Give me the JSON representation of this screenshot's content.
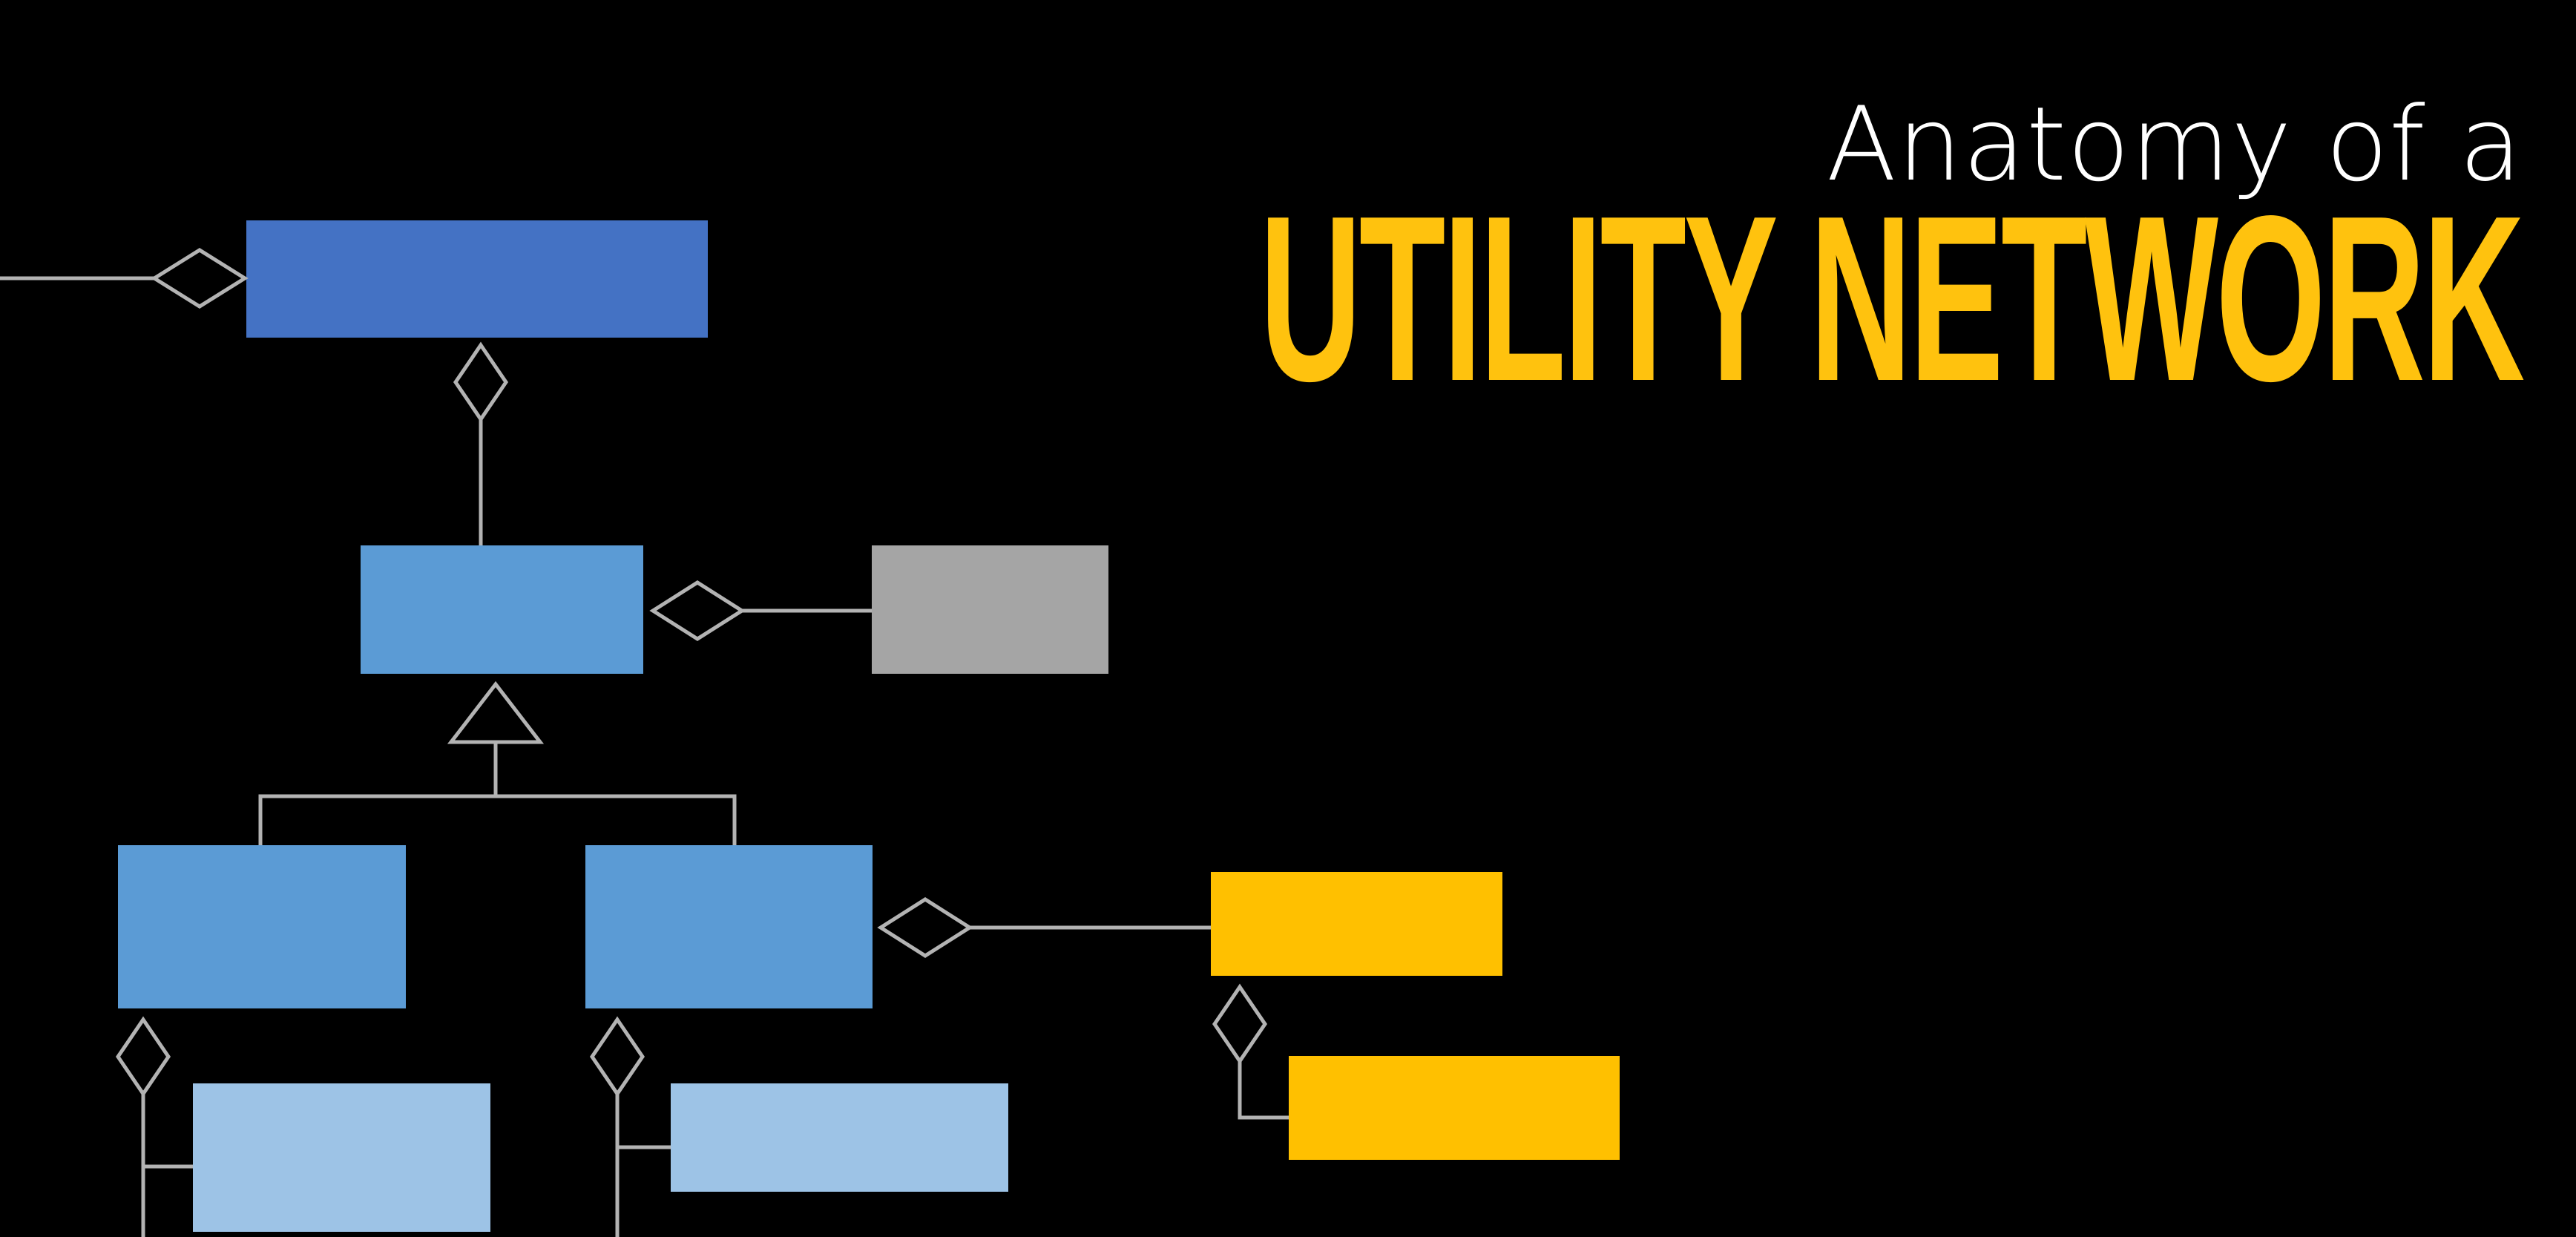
{
  "title": {
    "line1": "Anatomy of a",
    "line2": "UTILITY NETWORK"
  },
  "colors": {
    "background": "#000000",
    "title_line1": "#ffffff",
    "title_line2": "#ffc20e",
    "connector": "#b3b3b3",
    "box_dark_blue": "#4472c4",
    "box_mid_blue": "#5b9bd5",
    "box_light_blue": "#9dc3e6",
    "box_gray": "#a5a5a5",
    "box_gold": "#ffc000"
  },
  "diagram": {
    "boxes": [
      {
        "id": "box-top",
        "fill": "box_dark_blue"
      },
      {
        "id": "box-mid",
        "fill": "box_mid_blue"
      },
      {
        "id": "box-gray",
        "fill": "box_gray"
      },
      {
        "id": "box-left",
        "fill": "box_mid_blue"
      },
      {
        "id": "box-right",
        "fill": "box_mid_blue"
      },
      {
        "id": "box-left-child",
        "fill": "box_light_blue"
      },
      {
        "id": "box-right-child",
        "fill": "box_light_blue"
      },
      {
        "id": "box-gold-top",
        "fill": "box_gold"
      },
      {
        "id": "box-gold-bottom",
        "fill": "box_gold"
      }
    ],
    "relationships": [
      {
        "from": "external",
        "to": "box-top",
        "type": "aggregation"
      },
      {
        "from": "box-mid",
        "to": "box-top",
        "type": "aggregation"
      },
      {
        "from": "box-gray",
        "to": "box-mid",
        "type": "aggregation"
      },
      {
        "from": "box-left",
        "to": "box-mid",
        "type": "generalization"
      },
      {
        "from": "box-right",
        "to": "box-mid",
        "type": "generalization"
      },
      {
        "from": "box-left-child",
        "to": "box-left",
        "type": "aggregation"
      },
      {
        "from": "box-right-child",
        "to": "box-right",
        "type": "aggregation"
      },
      {
        "from": "box-gold-top",
        "to": "box-right",
        "type": "aggregation"
      },
      {
        "from": "box-gold-bottom",
        "to": "box-gold-top",
        "type": "aggregation"
      }
    ]
  }
}
